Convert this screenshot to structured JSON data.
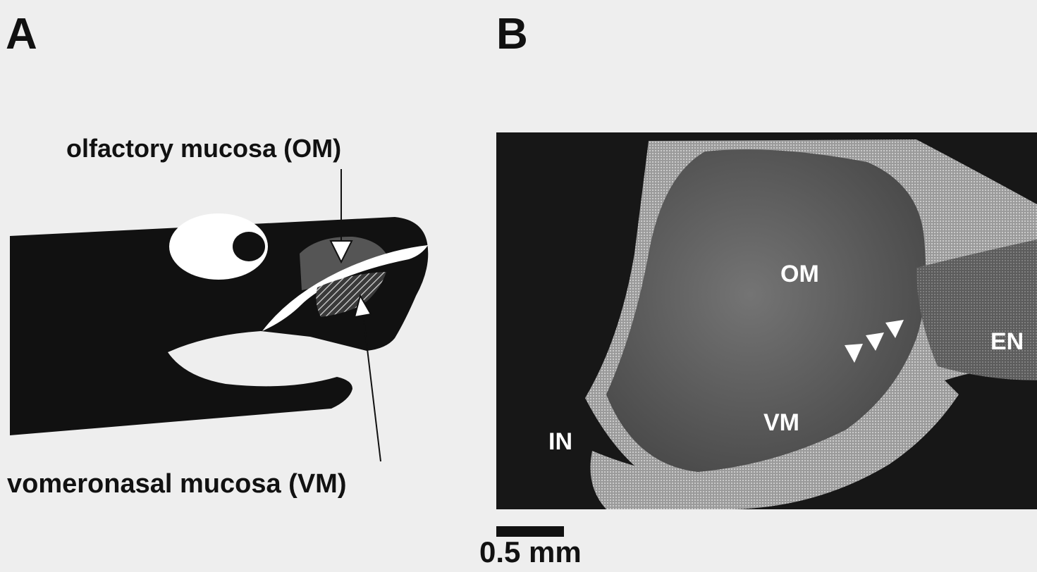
{
  "panels": {
    "a": {
      "letter": "A"
    },
    "b": {
      "letter": "B"
    }
  },
  "diagram": {
    "om_label": "olfactory mucosa (OM)",
    "vm_label": "vomeronasal mucosa (VM)"
  },
  "photo": {
    "labels": {
      "om": "OM",
      "vm": "VM",
      "en": "EN",
      "in": "IN"
    },
    "arrowhead_count": 3
  },
  "scale_bar": {
    "label": "0.5 mm"
  }
}
